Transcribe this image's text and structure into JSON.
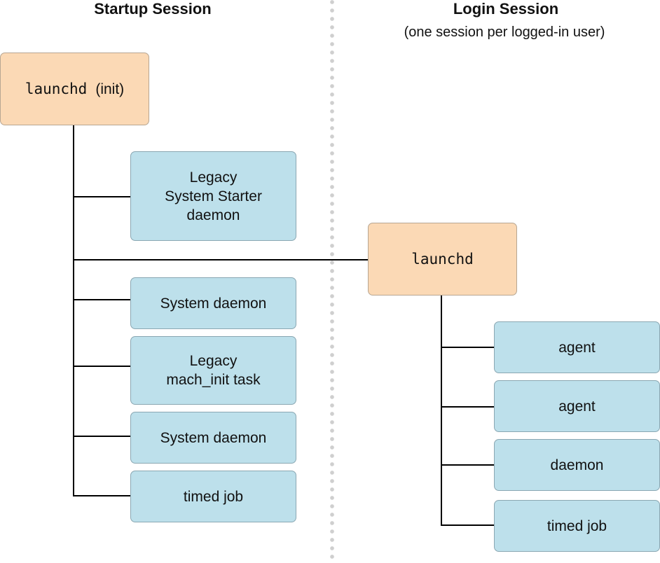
{
  "startup_session": {
    "title": "Startup Session",
    "root": {
      "name": "launchd",
      "suffix": "(init)"
    },
    "children": [
      "Legacy\nSystem Starter\ndaemon",
      "System daemon",
      "Legacy\nmach_init task",
      "System daemon",
      "timed job"
    ]
  },
  "login_session": {
    "title": "Login Session",
    "subtitle": "(one session per logged-in user)",
    "root": {
      "name": "launchd"
    },
    "children": [
      "agent",
      "agent",
      "daemon",
      "timed job"
    ]
  },
  "colors": {
    "process_box": "#fbd9b5",
    "job_box": "#bde0eb",
    "connector": "#000000",
    "divider": "#cfcfcf"
  }
}
